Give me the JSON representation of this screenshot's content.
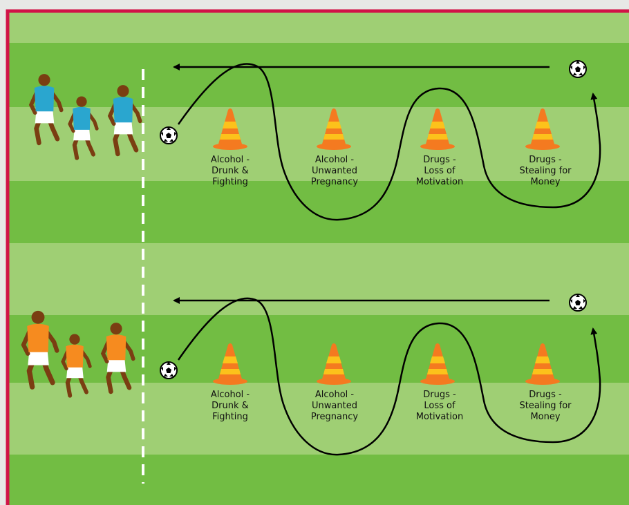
{
  "colors": {
    "border": "#d11347",
    "stripe_dark": "#72bd43",
    "stripe_light": "#9fcf74",
    "cone_orange": "#f47a20",
    "cone_yellow": "#fcc21b",
    "team_top_shirt": "#2aa6cf",
    "team_bottom_shirt": "#f68b1f",
    "skin": "#7a3e12"
  },
  "lanes": [
    {
      "team": "top",
      "cones": [
        {
          "label": "Alcohol -\nDrunk &\nFighting"
        },
        {
          "label": "Alcohol -\nUnwanted\nPregnancy"
        },
        {
          "label": "Drugs -\nLoss of\nMotivation"
        },
        {
          "label": "Drugs -\nStealing for\nMoney"
        }
      ]
    },
    {
      "team": "bottom",
      "cones": [
        {
          "label": "Alcohol -\nDrunk &\nFighting"
        },
        {
          "label": "Alcohol -\nUnwanted\nPregnancy"
        },
        {
          "label": "Drugs -\nLoss of\nMotivation"
        },
        {
          "label": "Drugs -\nStealing for\nMoney"
        }
      ]
    }
  ]
}
